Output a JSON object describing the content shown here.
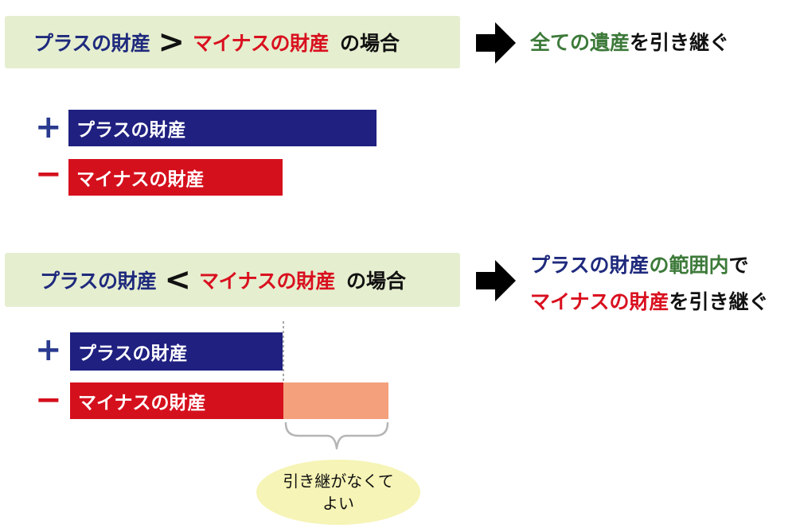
{
  "case1": {
    "condition": {
      "left": "プラスの財産",
      "operator": ">",
      "right": "マイナスの財産",
      "suffix": "の場合"
    },
    "result": {
      "highlight": "全ての遺産",
      "rest": "を引き継ぐ"
    },
    "bars": {
      "plus_sign": "+",
      "minus_sign": "−",
      "plus_label": "プラスの財産",
      "minus_label": "マイナスの財産",
      "plus_amount": 1.0,
      "minus_amount": 0.7
    }
  },
  "case2": {
    "condition": {
      "left": "プラスの財産",
      "operator": "<",
      "right": "マイナスの財産",
      "suffix": "の場合"
    },
    "result": {
      "line1_blue": "プラスの財産",
      "line1_green": "の範囲内",
      "line1_rest": "で",
      "line2_red": "マイナスの財産",
      "line2_rest": "を引き継ぐ"
    },
    "bars": {
      "plus_sign": "+",
      "minus_sign": "−",
      "plus_label": "プラスの財産",
      "minus_label": "マイナスの財産",
      "plus_amount": 1.0,
      "minus_amount": 1.5
    },
    "note": {
      "line1": "引き継がなくて",
      "line2": "よい"
    }
  },
  "colors": {
    "navy": "#1f2a7d",
    "red": "#d9101f",
    "green": "#3d7a3a",
    "plus_bar": "#1f2080",
    "minus_bar": "#d5101d",
    "excess": "#f4a07c",
    "condition_bg": "#e5eecf",
    "note_bg": "#f6f4b6"
  },
  "icons": {
    "arrow": "right-arrow-icon",
    "brace": "curly-brace-icon"
  }
}
